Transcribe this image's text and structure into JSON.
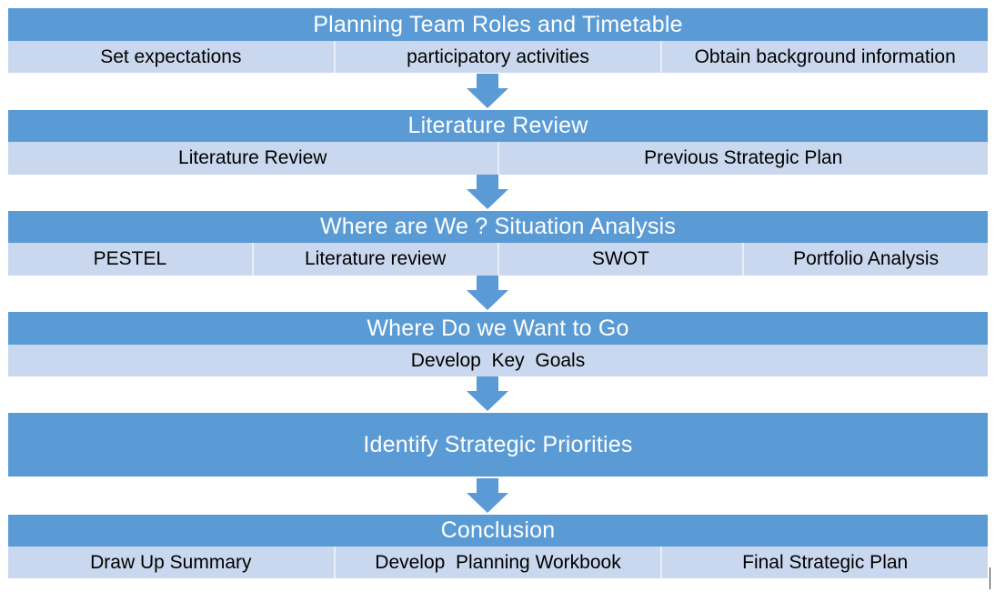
{
  "diagram": {
    "colors": {
      "header": "#5b9bd5",
      "header_text": "#ffffff",
      "cell": "#c9d8ee",
      "arrow": "#5b9bd5"
    },
    "stages": [
      {
        "title": "Planning Team Roles and Timetable",
        "items": [
          "Set expectations",
          "participatory activities",
          "Obtain background information"
        ]
      },
      {
        "title": "Literature Review",
        "items": [
          "Literature Review",
          "Previous Strategic Plan"
        ]
      },
      {
        "title": "Where are We ? Situation Analysis",
        "items": [
          "PESTEL",
          "Literature review",
          "SWOT",
          "Portfolio Analysis"
        ]
      },
      {
        "title": "Where Do we Want to Go",
        "items": [
          "Develop  Key  Goals"
        ]
      },
      {
        "title": "Identify Strategic Priorities",
        "items": []
      },
      {
        "title": "Conclusion",
        "items": [
          "Draw Up Summary",
          "Develop  Planning Workbook",
          "Final Strategic Plan"
        ]
      }
    ],
    "arrow_icon": "down-arrow-icon"
  }
}
